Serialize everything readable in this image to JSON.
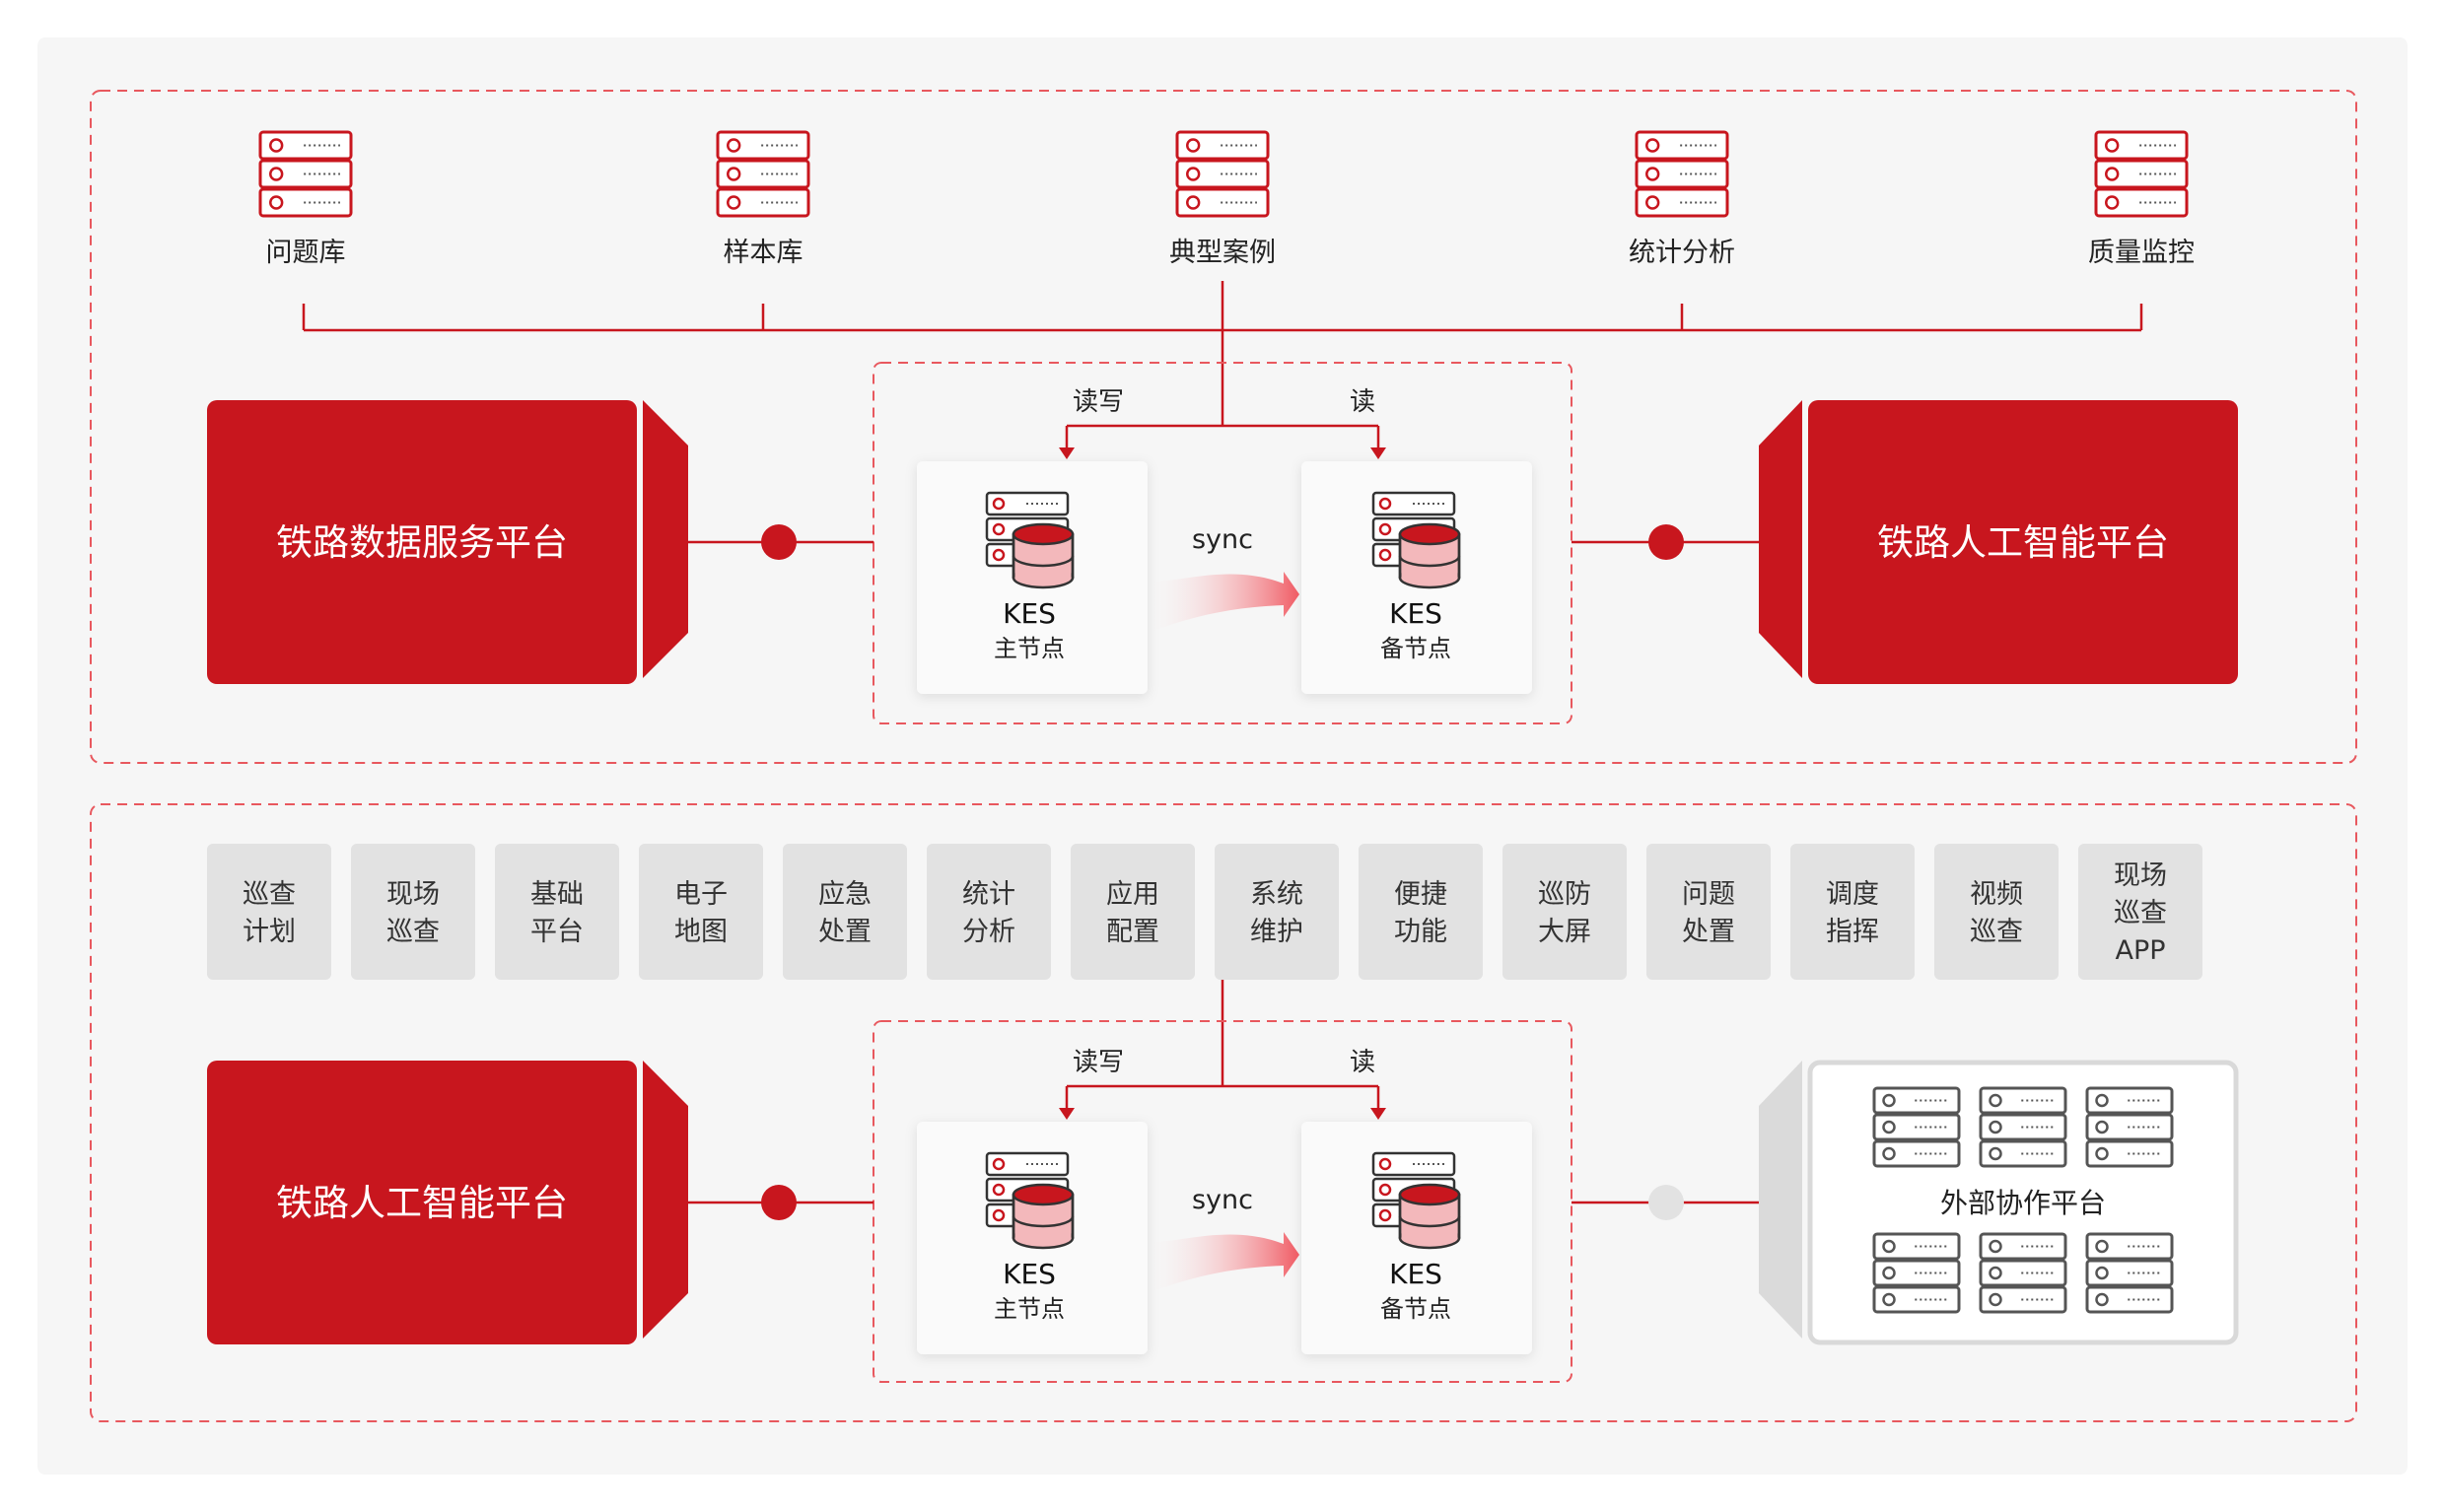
{
  "colors": {
    "red": "#c8161e",
    "dashed": "#e8585e",
    "node_bg": "#fafafa",
    "tile_bg": "#e2e2e2",
    "external_border": "#d9d9d9",
    "inactive_dot": "#e2e2e2"
  },
  "top_section": {
    "modules": [
      {
        "label": "问题库",
        "icon": "server-icon"
      },
      {
        "label": "样本库",
        "icon": "server-icon"
      },
      {
        "label": "典型案例",
        "icon": "server-icon"
      },
      {
        "label": "统计分析",
        "icon": "server-icon"
      },
      {
        "label": "质量监控",
        "icon": "server-icon"
      }
    ],
    "left_platform": "铁路数据服务平台",
    "right_platform": "铁路人工智能平台",
    "cluster": {
      "rw_label": "读写",
      "r_label": "读",
      "sync_label": "sync",
      "primary": {
        "name": "KES",
        "role": "主节点"
      },
      "standby": {
        "name": "KES",
        "role": "备节点"
      }
    }
  },
  "bottom_section": {
    "functions": [
      [
        "巡查",
        "计划"
      ],
      [
        "现场",
        "巡查"
      ],
      [
        "基础",
        "平台"
      ],
      [
        "电子",
        "地图"
      ],
      [
        "应急",
        "处置"
      ],
      [
        "统计",
        "分析"
      ],
      [
        "应用",
        "配置"
      ],
      [
        "系统",
        "维护"
      ],
      [
        "便捷",
        "功能"
      ],
      [
        "巡防",
        "大屏"
      ],
      [
        "问题",
        "处置"
      ],
      [
        "调度",
        "指挥"
      ],
      [
        "视频",
        "巡查"
      ],
      [
        "现场",
        "巡查",
        "APP"
      ]
    ],
    "left_platform": "铁路人工智能平台",
    "external_platform": "外部协作平台",
    "cluster": {
      "rw_label": "读写",
      "r_label": "读",
      "sync_label": "sync",
      "primary": {
        "name": "KES",
        "role": "主节点"
      },
      "standby": {
        "name": "KES",
        "role": "备节点"
      }
    }
  }
}
